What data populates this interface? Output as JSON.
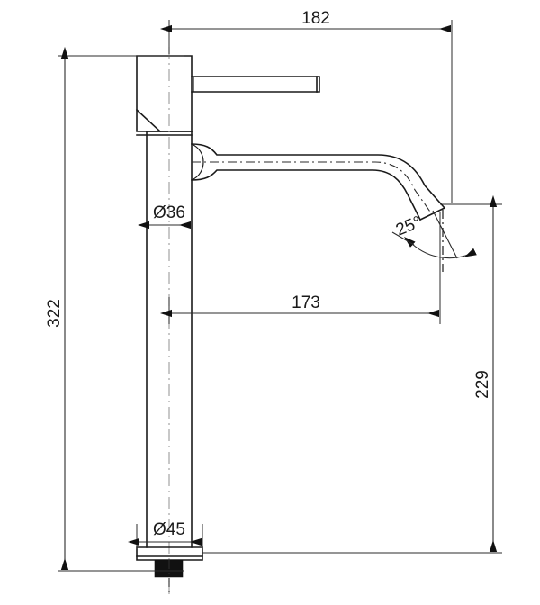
{
  "drawing": {
    "title": "Faucet Technical Dimension Drawing",
    "subject": "tall-basin-mixer-tap",
    "units": "mm",
    "view": "front-elevation",
    "background_color": "#ffffff",
    "line_color": "#1a1a1a",
    "dimension_color": "#2b2b2b",
    "centerline_color": "#9a9a9a"
  },
  "dimensions": {
    "overall_width": {
      "label": "182",
      "orientation": "horizontal",
      "position": "top",
      "description": "handle lever total reach from tap centerline area"
    },
    "spout_reach": {
      "label": "173",
      "orientation": "horizontal",
      "position": "middle",
      "description": "horizontal spout projection"
    },
    "overall_height": {
      "label": "322",
      "orientation": "vertical",
      "position": "left",
      "description": "total tap height"
    },
    "spout_height": {
      "label": "229",
      "orientation": "vertical",
      "position": "right",
      "description": "height of spout outlet above base"
    },
    "body_diameter": {
      "label": "Ø36",
      "orientation": "horizontal",
      "position": "upper-column",
      "description": "column body diameter"
    },
    "base_diameter": {
      "label": "Ø45",
      "orientation": "horizontal",
      "position": "base",
      "description": "base flange diameter"
    },
    "outlet_angle": {
      "label": "25°",
      "orientation": "angular",
      "position": "spout-outlet",
      "description": "spout outlet face angle"
    }
  },
  "labels": {
    "d182": "182",
    "d173": "173",
    "d322": "322",
    "d229": "229",
    "d36": "Ø36",
    "d45": "Ø45",
    "a25": "25°"
  }
}
